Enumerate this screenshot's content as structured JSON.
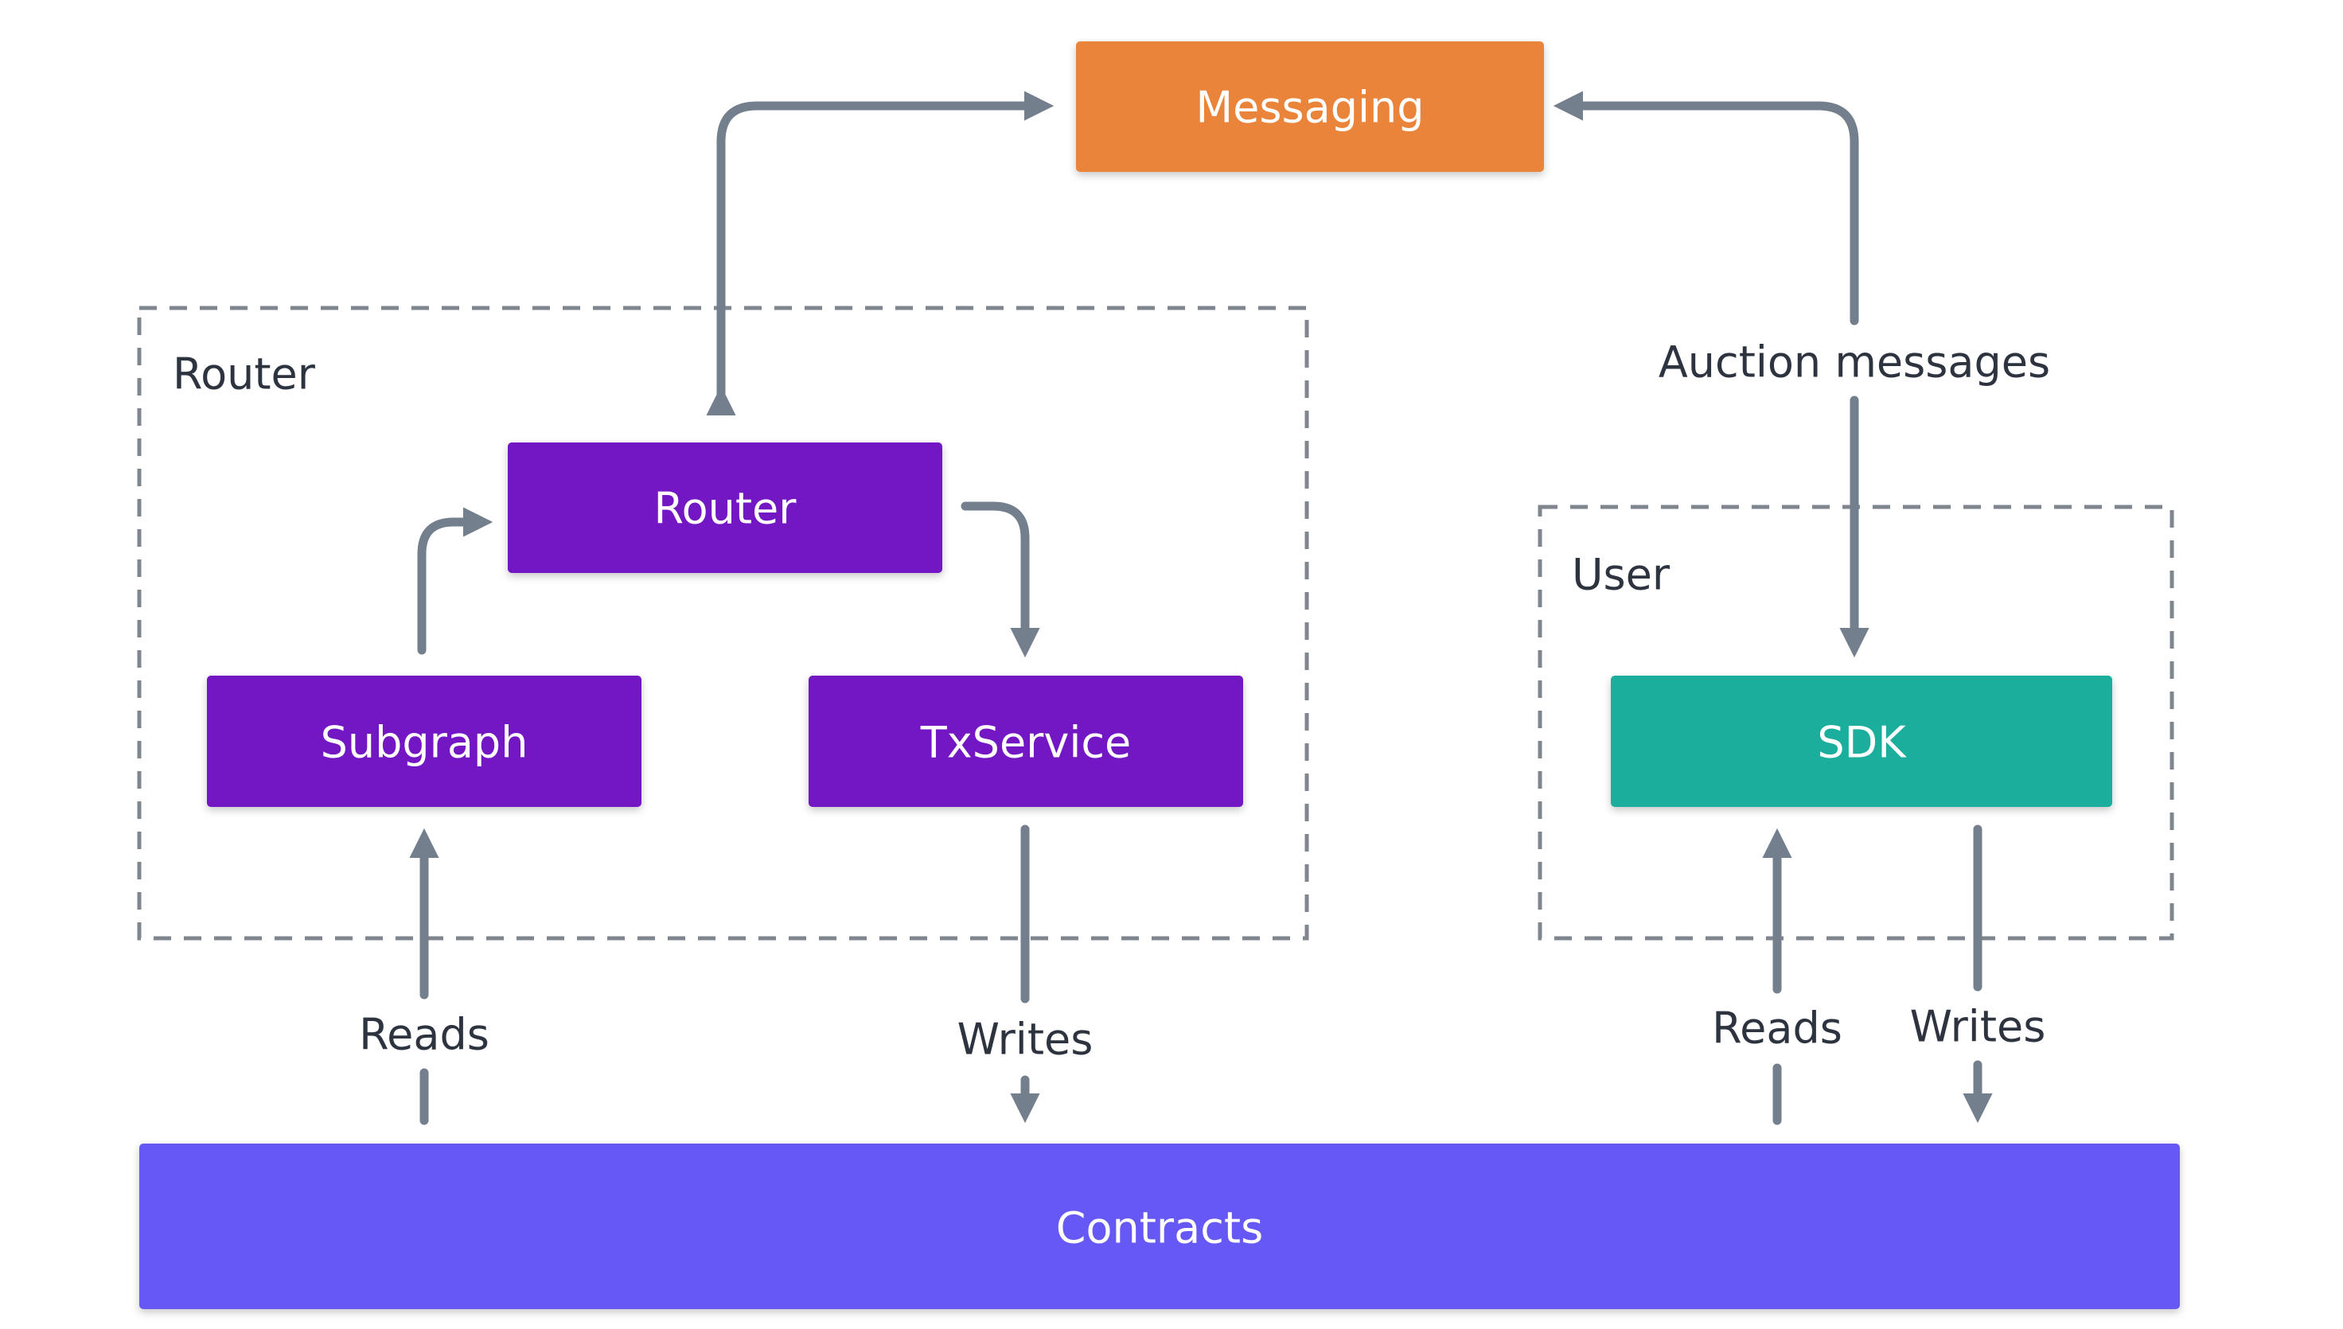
{
  "colors": {
    "messaging": "#ea843b",
    "router_node": "#7312c4",
    "sdk": "#1fae9c",
    "contracts": "#6559f4",
    "edge": "#737f8c",
    "group_border": "#7f868e"
  },
  "groups": {
    "router": {
      "label": "Router"
    },
    "user": {
      "label": "User"
    }
  },
  "nodes": {
    "messaging": {
      "label": "Messaging"
    },
    "router": {
      "label": "Router"
    },
    "subgraph": {
      "label": "Subgraph"
    },
    "txservice": {
      "label": "TxService"
    },
    "sdk": {
      "label": "SDK"
    },
    "contracts": {
      "label": "Contracts"
    }
  },
  "edges": {
    "auction_messages": {
      "label": "Auction messages"
    },
    "subgraph_reads": {
      "label": "Reads"
    },
    "txservice_writes": {
      "label": "Writes"
    },
    "sdk_reads": {
      "label": "Reads"
    },
    "sdk_writes": {
      "label": "Writes"
    }
  }
}
